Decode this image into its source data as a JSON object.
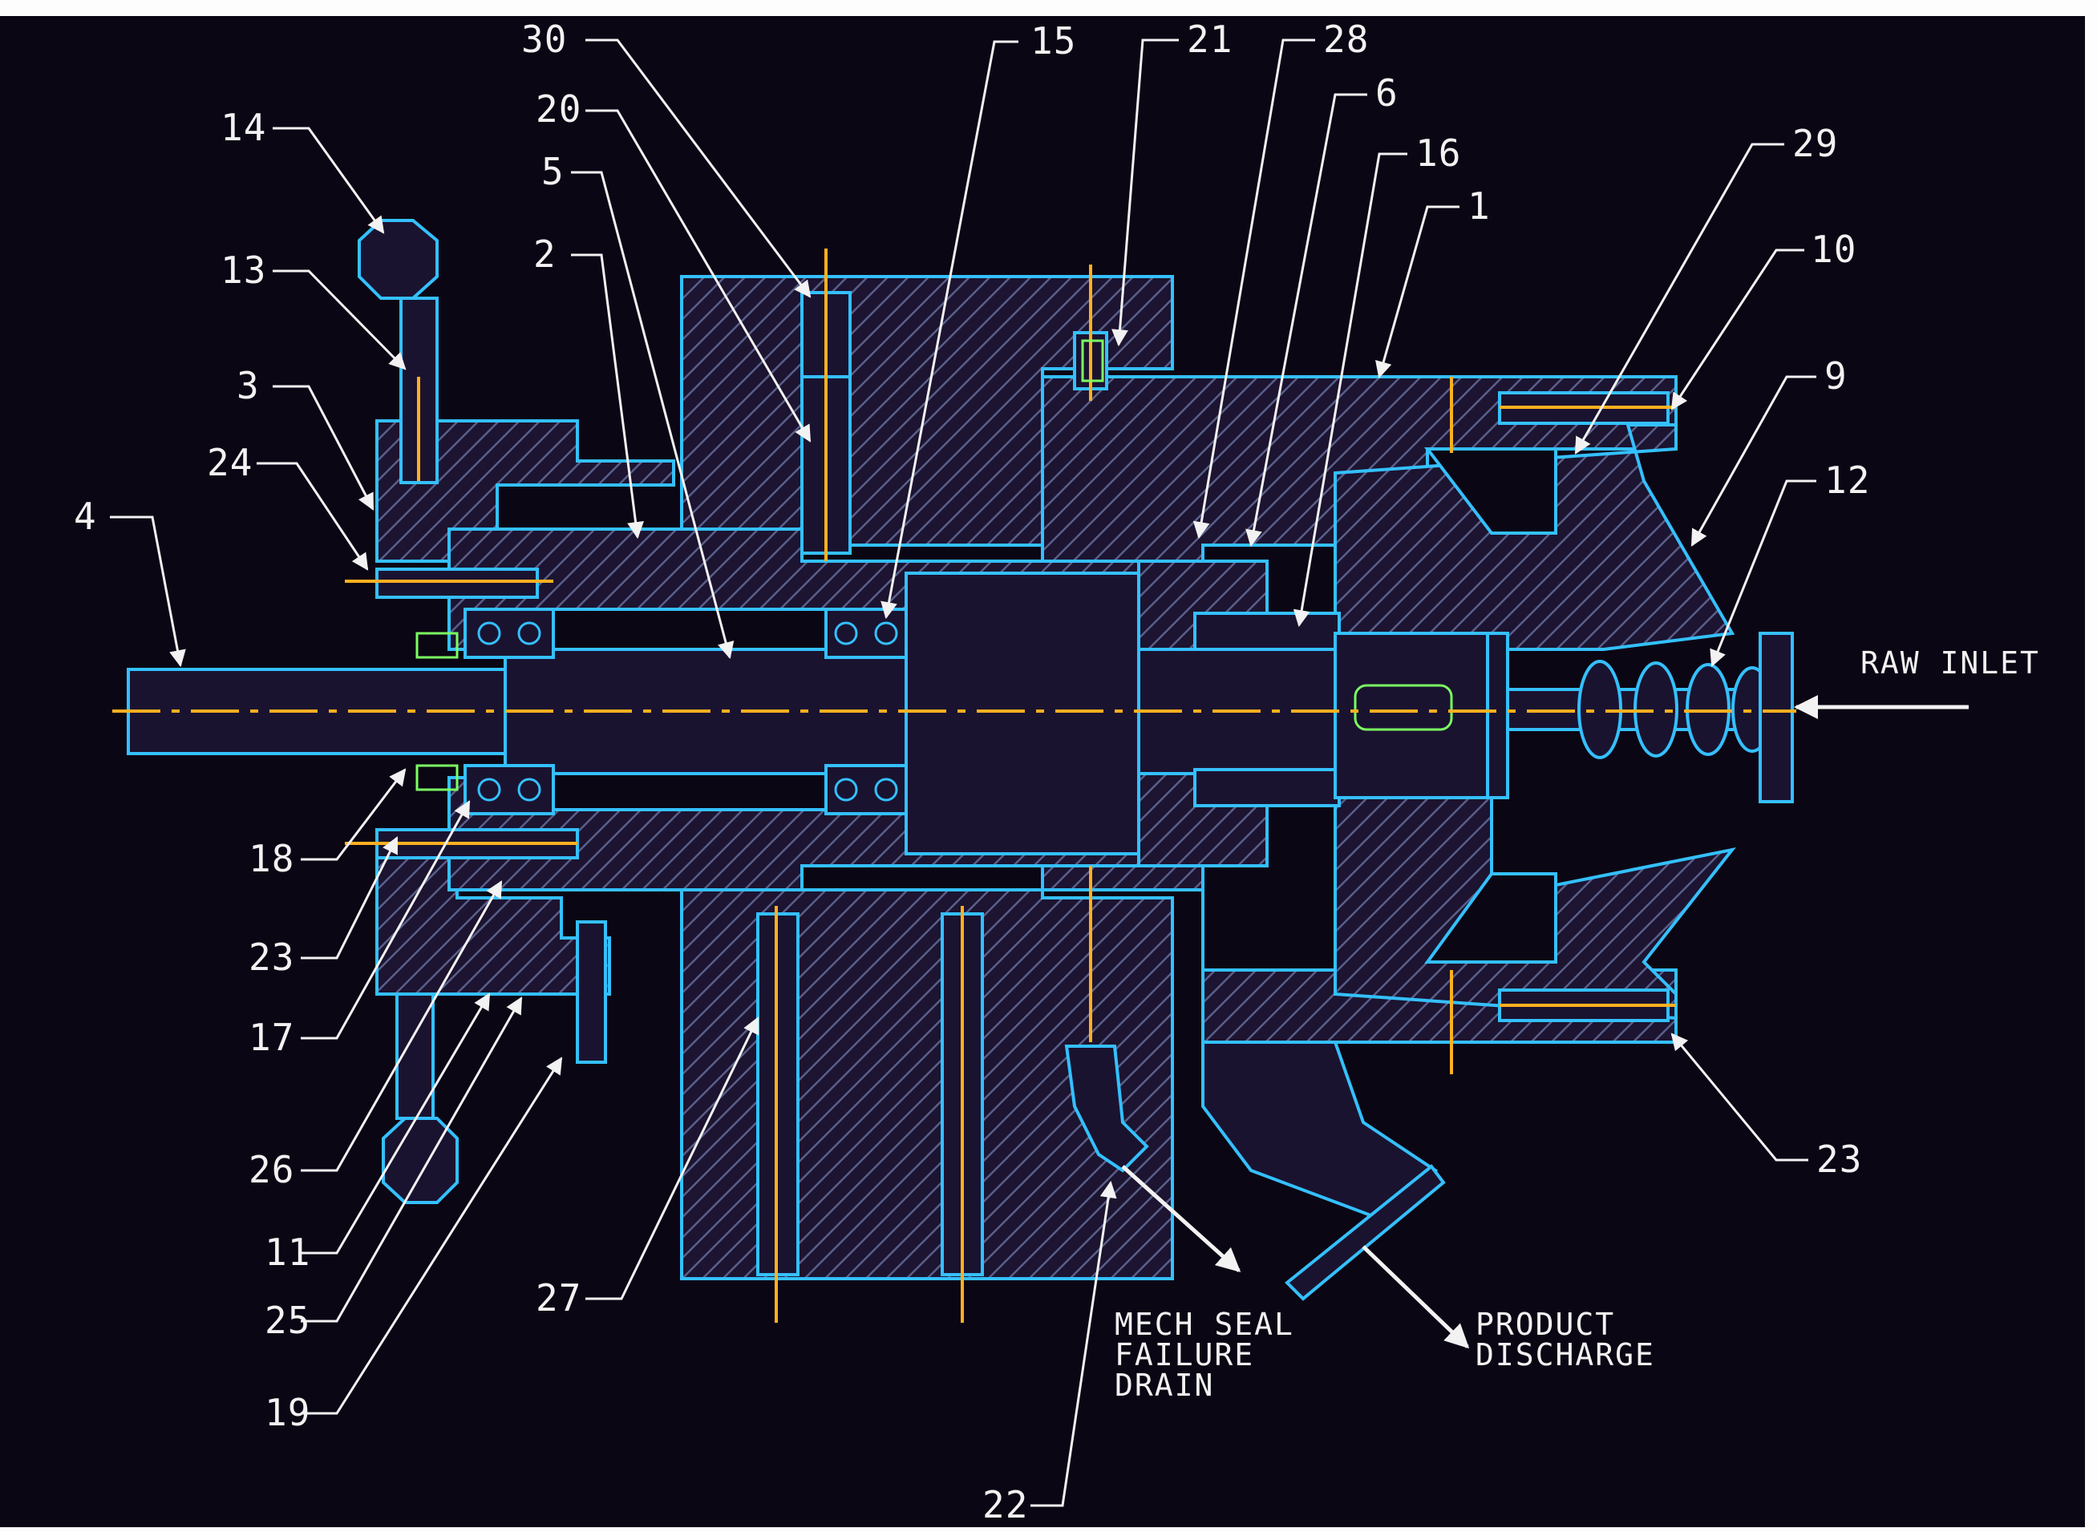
{
  "callouts": {
    "n30": "30",
    "n20": "20",
    "n5": "5",
    "n2": "2",
    "n15": "15",
    "n21": "21",
    "n28": "28",
    "n6": "6",
    "n16": "16",
    "n1": "1",
    "n29": "29",
    "n10": "10",
    "n9": "9",
    "n12": "12",
    "n14": "14",
    "n13": "13",
    "n3": "3",
    "n24": "24",
    "n4": "4",
    "n18": "18",
    "n23a": "23",
    "n17": "17",
    "n26": "26",
    "n11": "11",
    "n25": "25",
    "n19": "19",
    "n27": "27",
    "n22": "22",
    "n23b": "23"
  },
  "notes": {
    "raw_inlet": "RAW INLET",
    "mech_seal_1": "MECH SEAL",
    "mech_seal_2": "FAILURE",
    "mech_seal_3": "DRAIN",
    "product_1": "PRODUCT",
    "product_2": "DISCHARGE"
  },
  "colors": {
    "background": "#0b0614",
    "outline": "#34c0ff",
    "centerline": "#ffb020",
    "seal": "#7bff62",
    "text": "#f2f2f2"
  }
}
